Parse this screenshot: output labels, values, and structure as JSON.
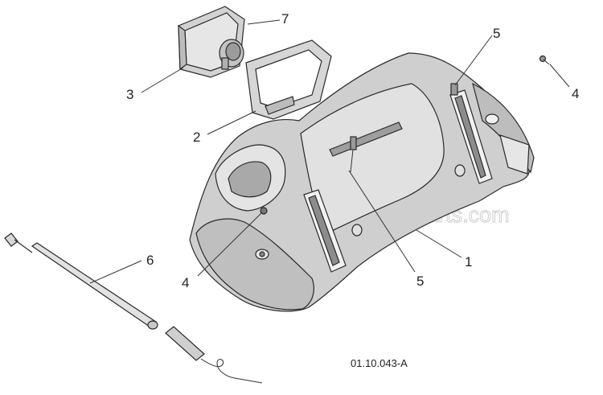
{
  "diagram": {
    "watermark": "eReplacementParts.com",
    "reference": "01.10.043-A",
    "callouts": [
      {
        "id": "c1",
        "label": "1"
      },
      {
        "id": "c2",
        "label": "2"
      },
      {
        "id": "c3",
        "label": "3"
      },
      {
        "id": "c4a",
        "label": "4"
      },
      {
        "id": "c4b",
        "label": "4"
      },
      {
        "id": "c5a",
        "label": "5"
      },
      {
        "id": "c5b",
        "label": "5"
      },
      {
        "id": "c6",
        "label": "6"
      },
      {
        "id": "c7",
        "label": "7"
      }
    ]
  }
}
